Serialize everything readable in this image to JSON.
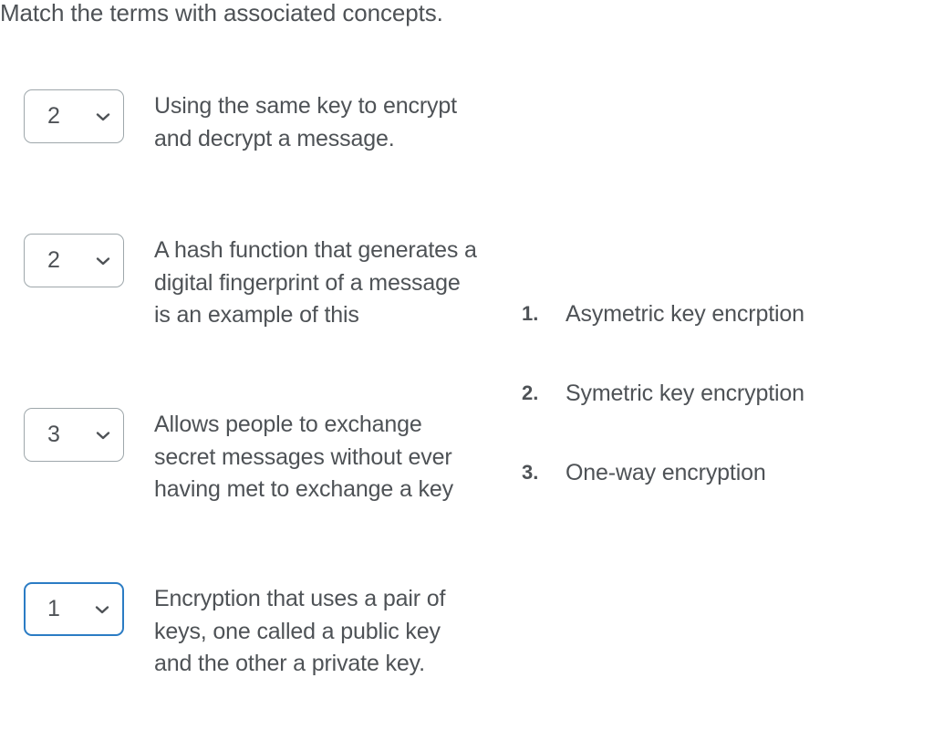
{
  "question": {
    "prompt": "Match the terms with associated concepts."
  },
  "match_rows": [
    {
      "select": {
        "name": "answer-select-1",
        "value": "2",
        "focused": false,
        "icon": "chevron-down-icon"
      },
      "term": "Using the same key to encrypt and decrypt a message."
    },
    {
      "select": {
        "name": "answer-select-2",
        "value": "2",
        "focused": false,
        "icon": "chevron-down-icon"
      },
      "term": "A hash function that generates a digital fingerprint of a message is an example of this"
    },
    {
      "select": {
        "name": "answer-select-3",
        "value": "3",
        "focused": false,
        "icon": "chevron-down-icon"
      },
      "term": "Allows people to exchange secret messages without ever having met to exchange a key"
    },
    {
      "select": {
        "name": "answer-select-4",
        "value": "1",
        "focused": true,
        "icon": "chevron-down-icon"
      },
      "term": "Encryption that uses a pair of keys, one called a public key and the other a private key."
    }
  ],
  "concepts": [
    {
      "number": "1.",
      "label": "Asymetric key encrption"
    },
    {
      "number": "2.",
      "label": "Symetric key encryption"
    },
    {
      "number": "3.",
      "label": "One-way encryption"
    }
  ],
  "select_options": [
    "1",
    "2",
    "3"
  ],
  "colors": {
    "text": "#4e5256",
    "border": "#9ea7ab",
    "focus_border": "#2b7cc4",
    "background": "#ffffff"
  }
}
